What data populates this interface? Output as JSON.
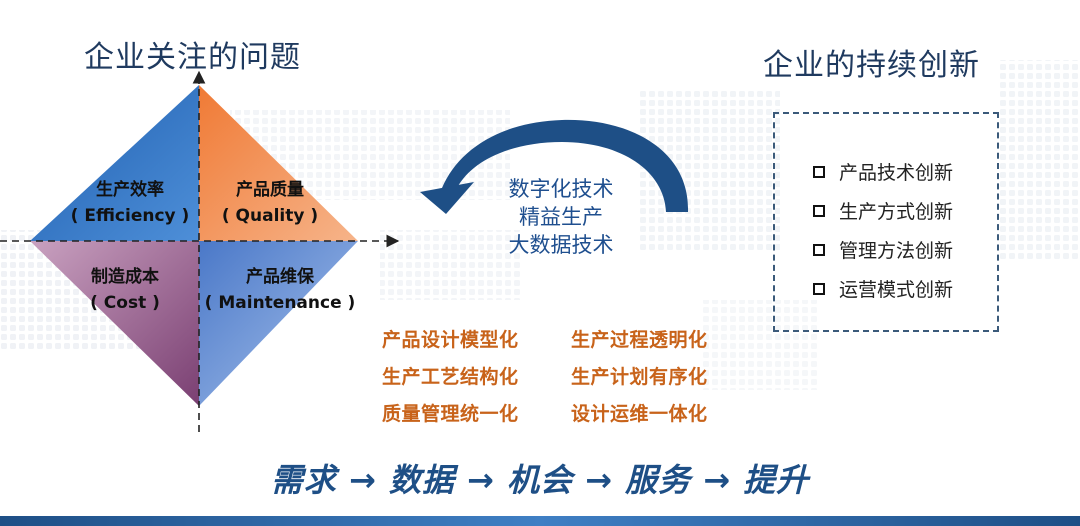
{
  "left_title": "企业关注的问题",
  "right_title": "企业的持续创新",
  "quadrants": [
    {
      "label": "生产效率",
      "sub": "( Efficiency )"
    },
    {
      "label": "产品质量",
      "sub": "( Quality )"
    },
    {
      "label": "制造成本",
      "sub": "( Cost )"
    },
    {
      "label": "产品维保",
      "sub": "( Maintenance )"
    }
  ],
  "technologies": [
    "数字化技术",
    "精益生产",
    "大数据技术"
  ],
  "innovations": [
    "产品技术创新",
    "生产方式创新",
    "管理方法创新",
    "运营模式创新"
  ],
  "goals": [
    [
      "产品设计模型化",
      "生产过程透明化"
    ],
    [
      "生产工艺结构化",
      "生产计划有序化"
    ],
    [
      "质量管理统一化",
      "设计运维一体化"
    ]
  ],
  "flow_text": "需求 → 数据 → 机会 → 服务 → 提升",
  "colors": {
    "title": "#1f3a5f",
    "efficiency": "#3a78c8",
    "quality": "#f08a4b",
    "cost": "#9a5a8e",
    "maintenance": "#6a8fd6",
    "goal_text": "#c8631a",
    "flow_text": "#1e4f86",
    "arrow": "#1e4f86"
  }
}
